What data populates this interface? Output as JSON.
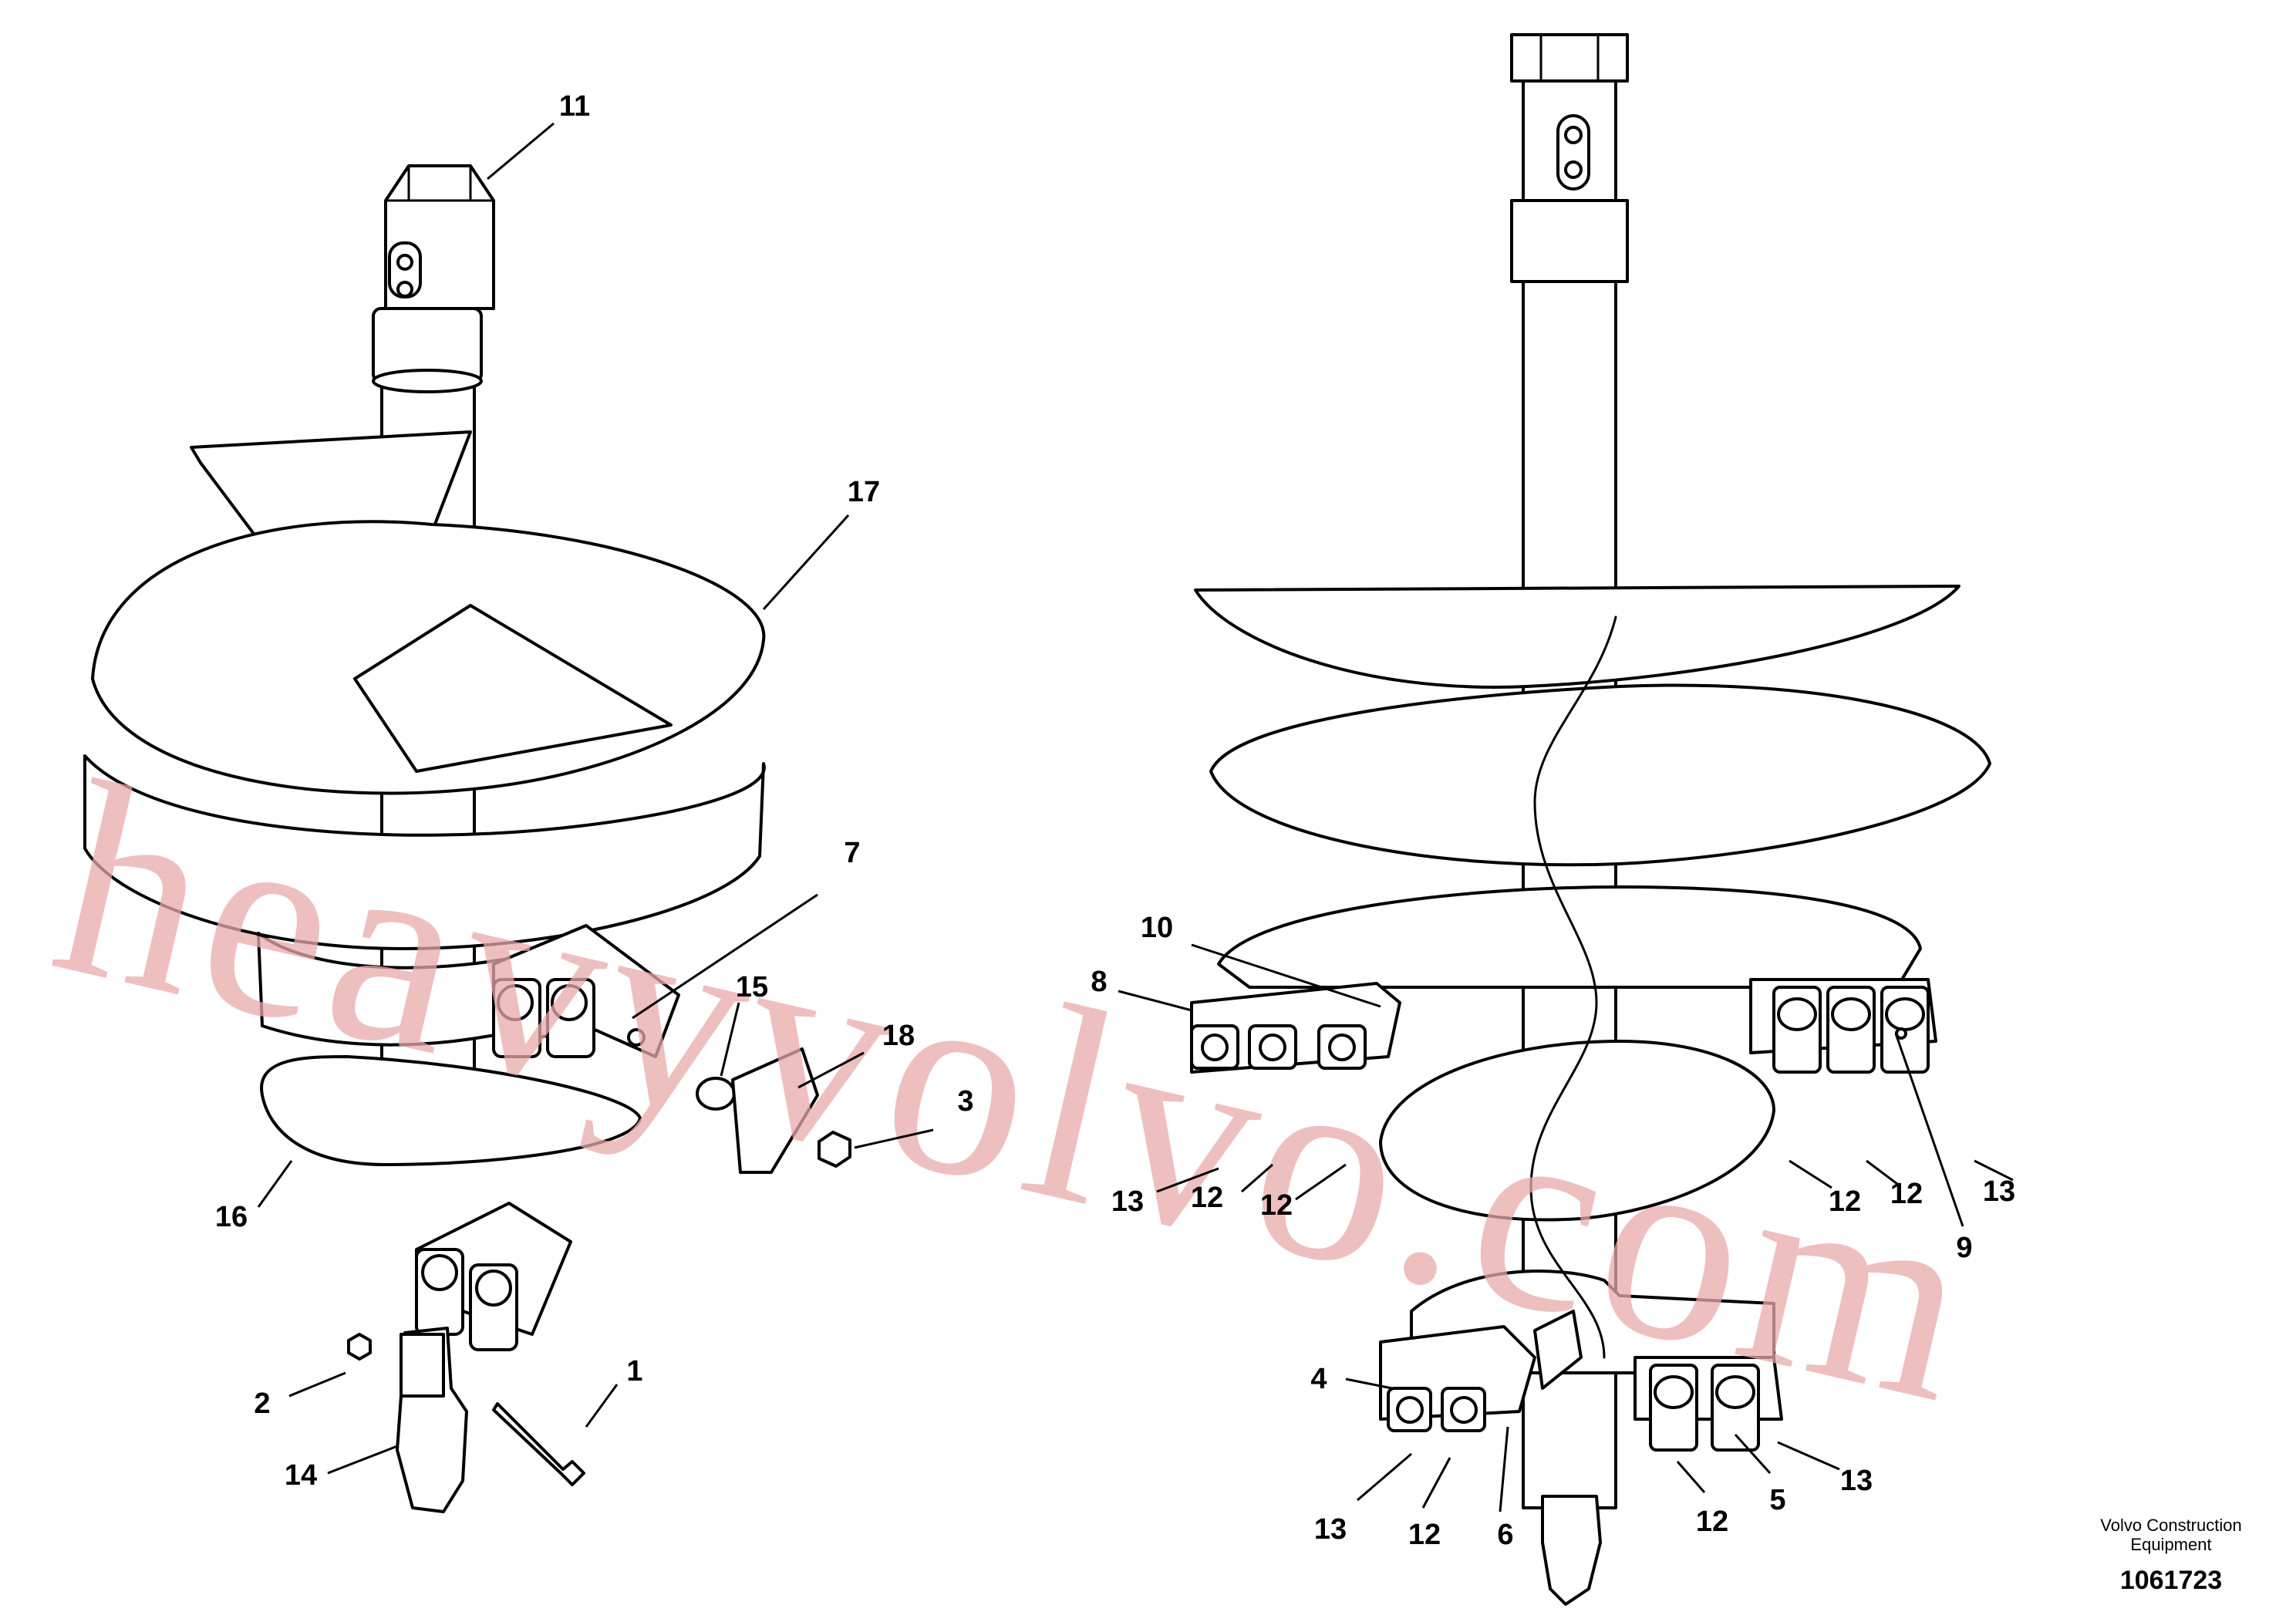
{
  "diagram": {
    "callouts": [
      {
        "id": "c11",
        "label": "11"
      },
      {
        "id": "c17",
        "label": "17"
      },
      {
        "id": "c7",
        "label": "7"
      },
      {
        "id": "c15",
        "label": "15"
      },
      {
        "id": "c18",
        "label": "18"
      },
      {
        "id": "c3",
        "label": "3"
      },
      {
        "id": "c16",
        "label": "16"
      },
      {
        "id": "c1",
        "label": "1"
      },
      {
        "id": "c2",
        "label": "2"
      },
      {
        "id": "c14",
        "label": "14"
      },
      {
        "id": "c10",
        "label": "10"
      },
      {
        "id": "c8",
        "label": "8"
      },
      {
        "id": "c13a",
        "label": "13"
      },
      {
        "id": "c12a",
        "label": "12"
      },
      {
        "id": "c12b",
        "label": "12"
      },
      {
        "id": "c12c",
        "label": "12"
      },
      {
        "id": "c12d",
        "label": "12"
      },
      {
        "id": "c13b",
        "label": "13"
      },
      {
        "id": "c9",
        "label": "9"
      },
      {
        "id": "c4",
        "label": "4"
      },
      {
        "id": "c13c",
        "label": "13"
      },
      {
        "id": "c12e",
        "label": "12"
      },
      {
        "id": "c6",
        "label": "6"
      },
      {
        "id": "c12f",
        "label": "12"
      },
      {
        "id": "c5",
        "label": "5"
      },
      {
        "id": "c13d",
        "label": "13"
      }
    ]
  },
  "footer": {
    "company_line1": "Volvo Construction",
    "company_line2": "Equipment",
    "drawing_number": "1061723"
  },
  "watermark": {
    "text": "heavyvolvo.com",
    "color": "#e8a9a9"
  }
}
